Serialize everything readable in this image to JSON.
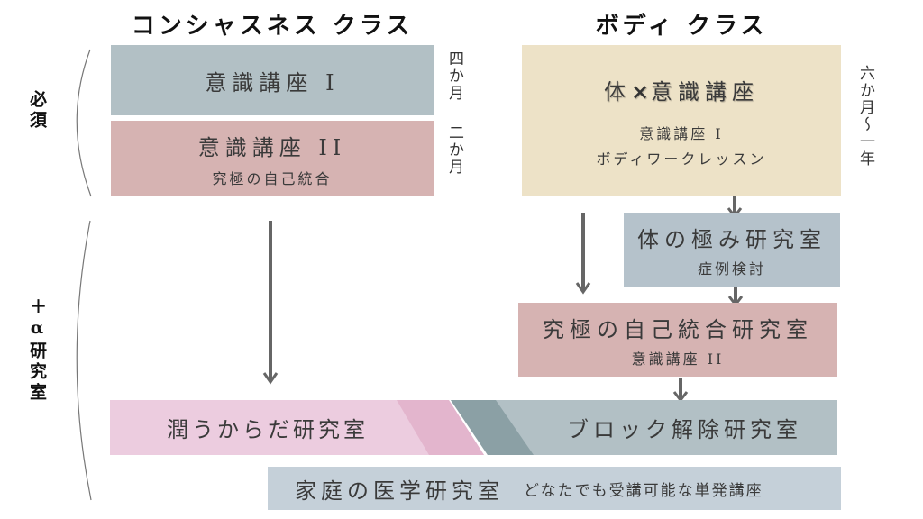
{
  "headings": {
    "consciousness_class": "コンシャスネス クラス",
    "body_class": "ボディ クラス"
  },
  "side_labels": {
    "required": "必須",
    "plus_alpha_labs": "＋α研究室"
  },
  "durations": {
    "course1": "四か月",
    "course2": "二か月",
    "body_course": "六か月～一年"
  },
  "boxes": {
    "course1": {
      "title": "意識講座 I"
    },
    "course2": {
      "title": "意識講座 II",
      "subtitle": "究極の自己統合"
    },
    "body_course": {
      "title_left": "体",
      "cross": "×",
      "title_right": "意識講座",
      "line1": "意識講座 I",
      "line2": "ボディワークレッスン"
    },
    "body_mastery_lab": {
      "title": "体の極み研究室",
      "subtitle": "症例検討"
    },
    "self_integration_lab": {
      "title": "究極の自己統合研究室",
      "subtitle": "意識講座 II"
    },
    "moist_body_lab": {
      "title": "潤うからだ研究室"
    },
    "block_release_lab": {
      "title": "ブロック解除研究室"
    },
    "home_medicine_lab": {
      "title": "家庭の医学研究室",
      "note": "どなたでも受講可能な単発講座"
    }
  },
  "colors": {
    "blue_gray": "#b2c0c5",
    "rose": "#d6b3b2",
    "cream": "#ede2c7",
    "slate": "#b5c2cb",
    "pink_light": "#ecccdf",
    "pink_mid": "#e3b5cd",
    "teal_dark": "#8ba0a5",
    "light_slate": "#c5d0d9",
    "arrow": "#666666"
  }
}
